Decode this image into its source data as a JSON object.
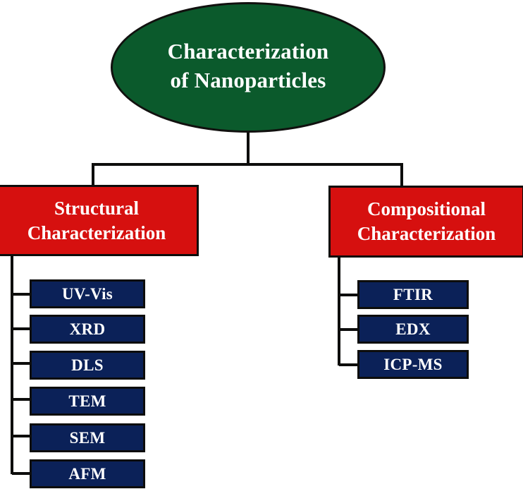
{
  "diagram": {
    "type": "hierarchy-tree",
    "title": "Characterization of Nanoparticles",
    "colors": {
      "root_fill": "#0b5a2c",
      "branch_fill": "#d6100f",
      "leaf_fill": "#0b2158",
      "stroke": "#0d0d0c",
      "text": "#ffffff",
      "background": "#ffffff"
    },
    "root": {
      "label": "Characterization\nof Nanoparticles",
      "line1": "Characterization",
      "line2": "of Nanoparticles"
    },
    "branches": [
      {
        "id": "structural",
        "label": "Structural\nCharacterization",
        "line1": "Structural",
        "line2": "Characterization",
        "leaves": [
          {
            "id": "uv-vis",
            "label": "UV-Vis"
          },
          {
            "id": "xrd",
            "label": "XRD"
          },
          {
            "id": "dls",
            "label": "DLS"
          },
          {
            "id": "tem",
            "label": "TEM"
          },
          {
            "id": "sem",
            "label": "SEM"
          },
          {
            "id": "afm",
            "label": "AFM"
          }
        ]
      },
      {
        "id": "compositional",
        "label": "Compositional\nCharacterization",
        "line1": "Compositional",
        "line2": "Characterization",
        "leaves": [
          {
            "id": "ftir",
            "label": "FTIR"
          },
          {
            "id": "edx",
            "label": "EDX"
          },
          {
            "id": "icp-ms",
            "label": "ICP-MS"
          }
        ]
      }
    ]
  }
}
